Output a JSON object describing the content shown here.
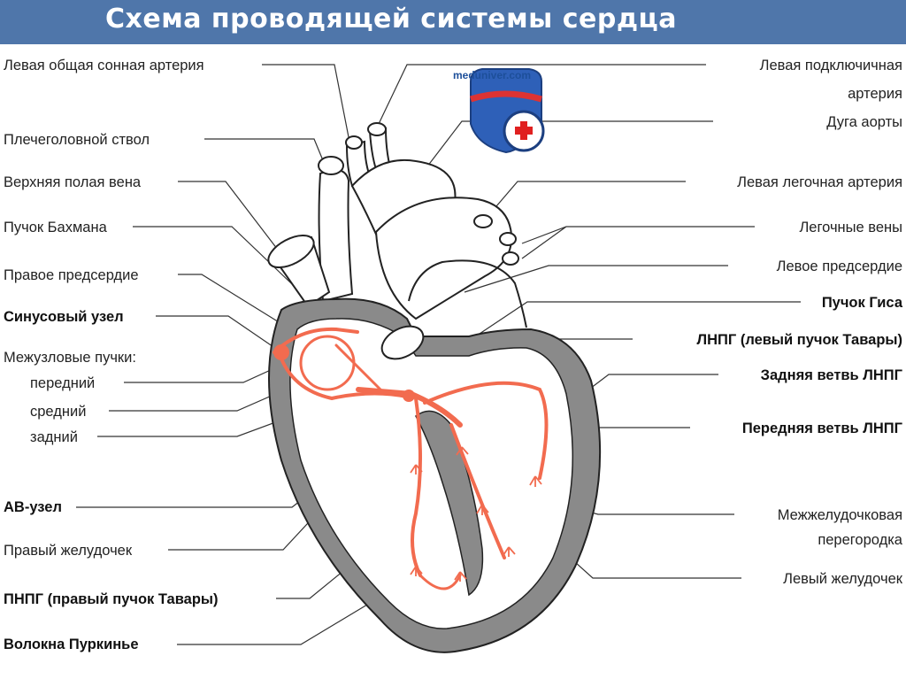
{
  "title": "Схема проводящей системы сердца",
  "watermark": "meduniver.com",
  "colors": {
    "banner": "#4f76aa",
    "conduction": "#f26b4f",
    "wall": "#8a8a8a"
  },
  "labels_left": {
    "carotid": "Левая общая сонная артерия",
    "brachiocephalic": "Плечеголовной ствол",
    "svc": "Верхняя полая вена",
    "bachmann": "Пучок Бахмана",
    "right_atrium": "Правое предсердие",
    "sinus_node": "Синусовый узел",
    "internodal": "Межузловые пучки:",
    "anterior": "передний",
    "middle": "средний",
    "posterior": "задний",
    "av_node": "АВ-узел",
    "right_ventricle": "Правый желудочек",
    "rbb": "ПНПГ (правый пучок Тавары)",
    "purkinje": "Волокна Пуркинье"
  },
  "labels_right": {
    "subclavian_1": "Левая подключичная",
    "subclavian_2": "артерия",
    "aortic_arch": "Дуга аорты",
    "pulm_artery": "Левая легочная артерия",
    "pulm_veins": "Легочные вены",
    "left_atrium": "Левое предсердие",
    "his": "Пучок Гиса",
    "lbb": "ЛНПГ (левый пучок Тавары)",
    "lbb_posterior": "Задняя ветвь ЛНПГ",
    "lbb_anterior": "Передняя ветвь ЛНПГ",
    "septum_1": "Межжелудочковая",
    "septum_2": "перегородка",
    "left_ventricle": "Левый желудочек"
  }
}
